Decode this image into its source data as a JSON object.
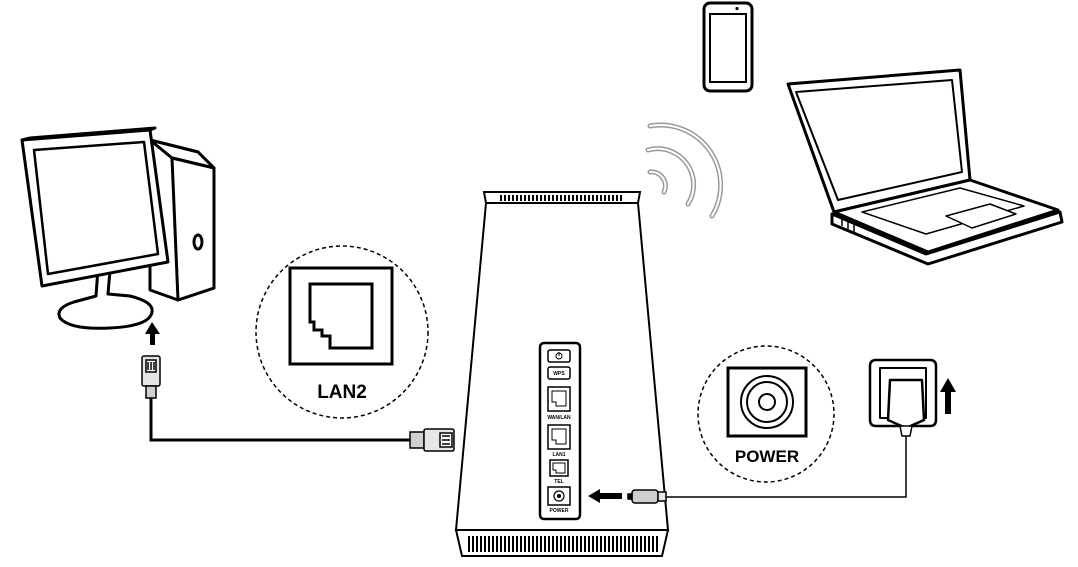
{
  "labels": {
    "lan_port": "LAN2",
    "power_port": "POWER"
  },
  "router_panel": {
    "wps": "WPS",
    "wan_lan": "WAN/LAN",
    "lan1": "LAN1",
    "tel": "TEL",
    "power": "POWER"
  },
  "colors": {
    "line": "#000000",
    "wifi": "#9a9a9a",
    "plug_grey": "#cfcfcf"
  },
  "icons": [
    "desktop-computer",
    "smartphone",
    "laptop",
    "wifi-signal",
    "router",
    "ethernet-plug",
    "power-adapter"
  ]
}
